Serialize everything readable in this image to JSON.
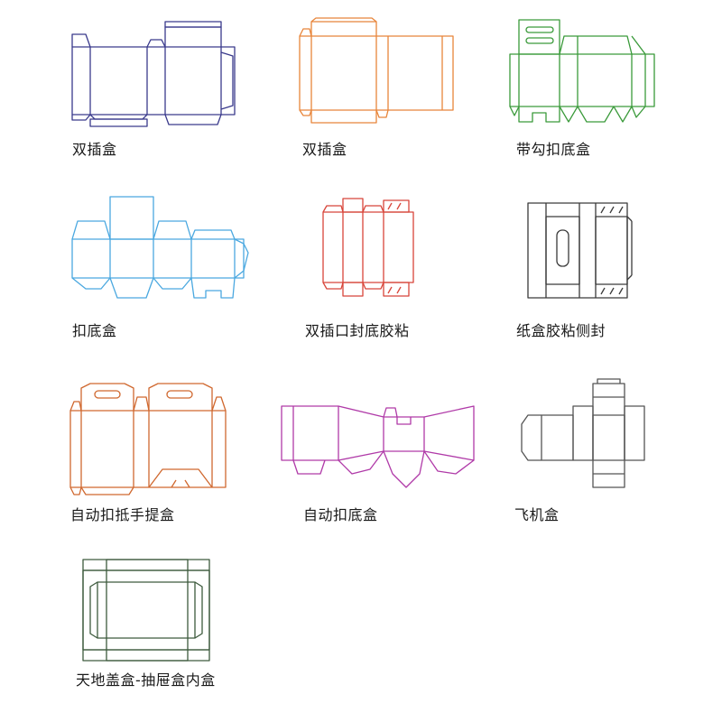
{
  "items": [
    {
      "label": "双插盒",
      "color": "#3a3a8c"
    },
    {
      "label": "双插盒",
      "color": "#e8853a"
    },
    {
      "label": "带勾扣底盒",
      "color": "#3a9a3a"
    },
    {
      "label": "扣底盒",
      "color": "#4aa8e0"
    },
    {
      "label": "双插口封底胶粘",
      "color": "#d8453a"
    },
    {
      "label": "纸盒胶粘侧封",
      "color": "#3a3a3a"
    },
    {
      "label": "自动扣抵手提盒",
      "color": "#d0682f"
    },
    {
      "label": "自动扣底盒",
      "color": "#b03aa8"
    },
    {
      "label": "飞机盒",
      "color": "#555555"
    },
    {
      "label": "天地盖盒-抽屉盒内盒",
      "color": "#3d5a3d"
    }
  ]
}
